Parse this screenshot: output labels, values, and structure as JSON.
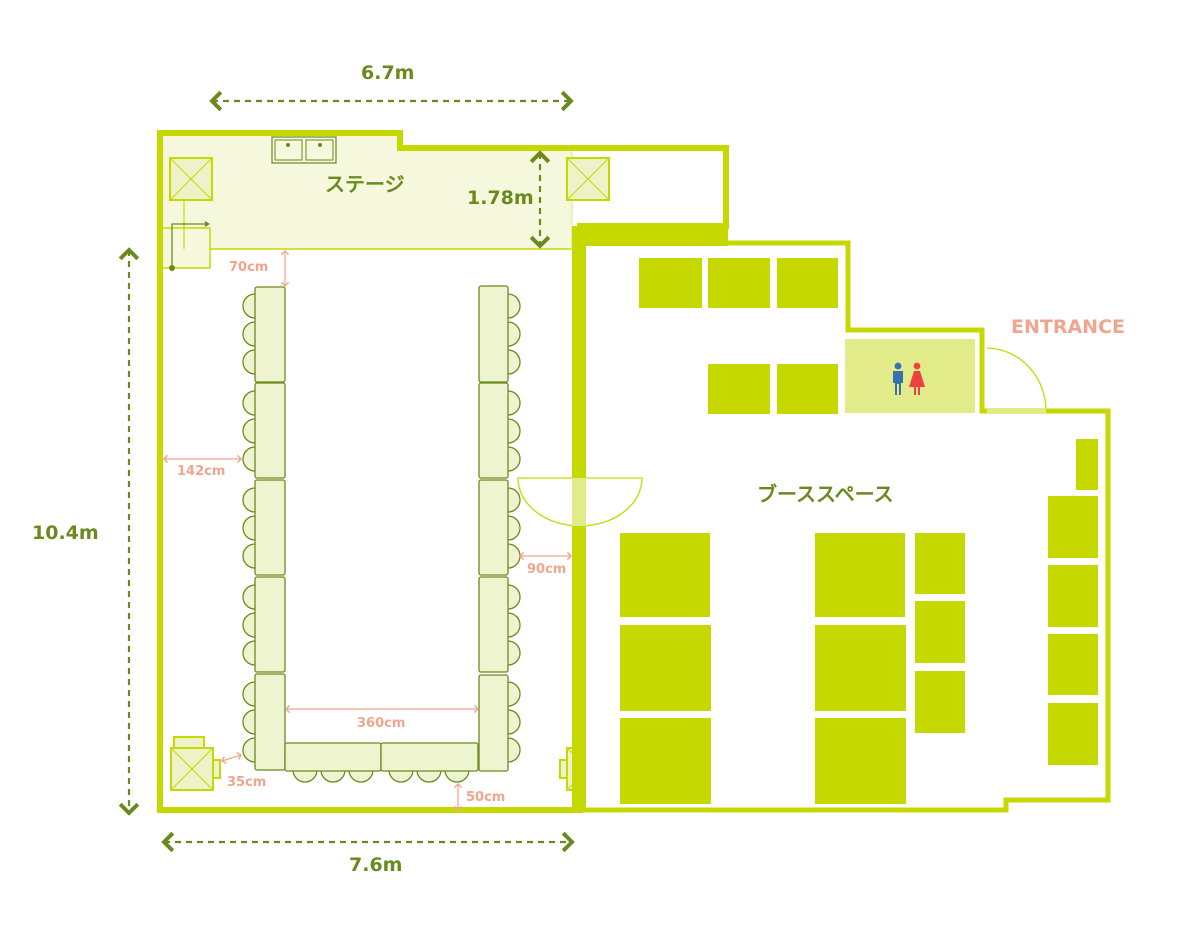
{
  "colors": {
    "wall": "#c5d900",
    "booth": "#c5d900",
    "stage_fill": "#f5f8dd",
    "table_fill": "#eef4cf",
    "table_stroke": "#6b8a1e",
    "restroom_fill": "#e2eb8a",
    "dimension_text": "#6b8a1e",
    "measure_text": "#f0a58f",
    "male_icon": "#3a6fb0",
    "female_icon": "#ef4040"
  },
  "dimensions": {
    "top_width": "6.7m",
    "bottom_width": "7.6m",
    "height": "10.4m",
    "stage_depth": "1.78m"
  },
  "rooms": {
    "stage": "ステージ",
    "booth_space": "ブーススペース",
    "entrance": "ENTRANCE"
  },
  "measurements": {
    "stage_gap": "70cm",
    "wall_gap_left": "142cm",
    "door_gap": "90cm",
    "inner_width": "360cm",
    "pillar_gap": "35cm",
    "bottom_gap": "50cm"
  },
  "icons": {
    "restroom": "restroom-icon",
    "pillar": "pillar-icon",
    "sink": "sink-icon"
  }
}
